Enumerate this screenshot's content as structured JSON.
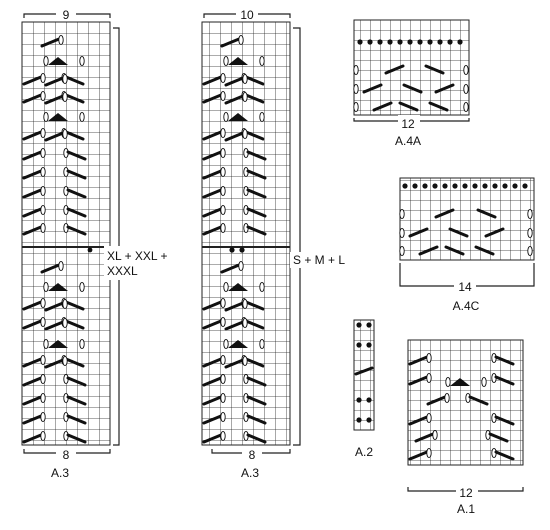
{
  "charts": {
    "a3_left": {
      "top_count": "9",
      "bottom_count": "8",
      "name": "A.3",
      "size_label": [
        "XL + XXL +",
        "XXXL"
      ]
    },
    "a3_mid": {
      "top_count": "10",
      "bottom_count": "8",
      "name": "A.3",
      "size_label": [
        "S + M + L"
      ]
    },
    "a4a": {
      "bottom_count": "12",
      "name": "A.4A"
    },
    "a4c": {
      "bottom_count": "14",
      "name": "A.4C"
    },
    "a2": {
      "name": "A.2"
    },
    "a1": {
      "bottom_count": "12",
      "name": "A.1"
    }
  },
  "colors": {
    "grid": "#222222",
    "symbol": "#111111",
    "background": "#ffffff"
  },
  "icons": [
    "knit-cell",
    "cable-stitch-icon",
    "twisted-stitch-icon",
    "decrease-triangle-icon",
    "purl-dot-icon"
  ]
}
